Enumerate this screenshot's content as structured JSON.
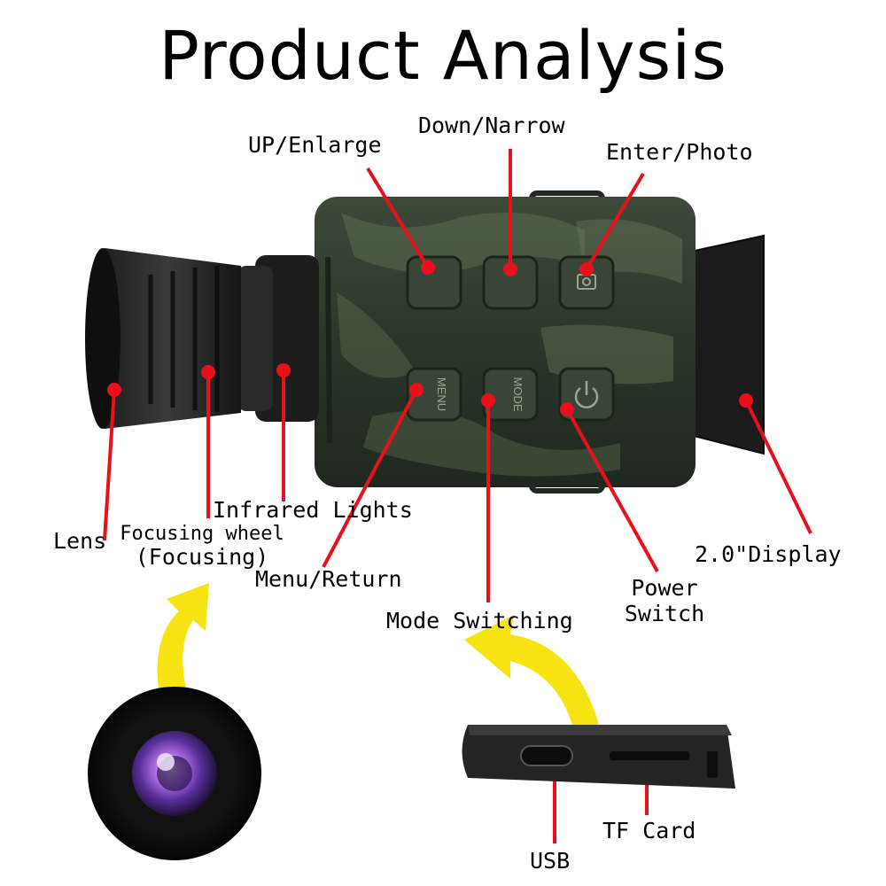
{
  "title": "Product Analysis",
  "labels": {
    "up_enlarge": "UP/Enlarge",
    "down_narrow": "Down/Narrow",
    "enter_photo": "Enter/Photo",
    "infrared_lights": "Infrared Lights",
    "lens": "Lens",
    "focusing_wheel_line1": "Focusing wheel",
    "focusing_wheel_line2": "(Focusing)",
    "menu_return": "Menu/Return",
    "mode_switching": "Mode Switching",
    "power_line1": "Power",
    "power_line2": "Switch",
    "display": "2.0\"Display",
    "usb": "USB",
    "tf_card": "TF Card"
  },
  "buttons": {
    "menu": "MENU",
    "mode": "MODE"
  },
  "colors": {
    "pointer": "#e8101a",
    "arrow": "#f7e312",
    "body_dark": "#2e3a2c",
    "camo_light": "#5b6b52"
  },
  "icons": [
    "camera-icon",
    "power-icon",
    "infrared-icon"
  ]
}
